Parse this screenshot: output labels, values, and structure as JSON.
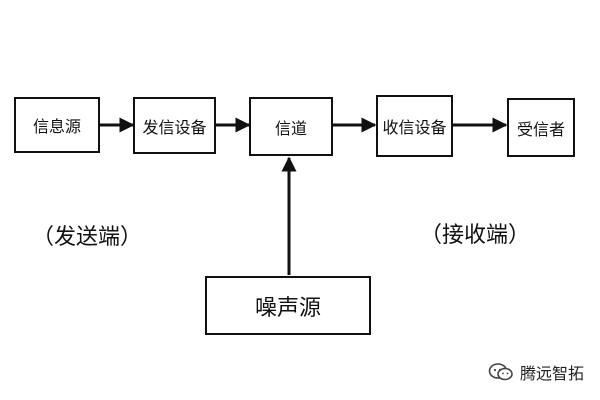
{
  "nodes": {
    "source": "信息源",
    "transmitter": "发信设备",
    "channel": "信道",
    "receiver": "收信设备",
    "destination": "受信者",
    "noise": "噪声源"
  },
  "labels": {
    "sending_end": "（发送端）",
    "receiving_end": "（接收端）"
  },
  "watermark": {
    "text": "腾远智拓",
    "icon": "wechat-logo-icon"
  },
  "colors": {
    "line": "#111111",
    "background": "#ffffff"
  }
}
